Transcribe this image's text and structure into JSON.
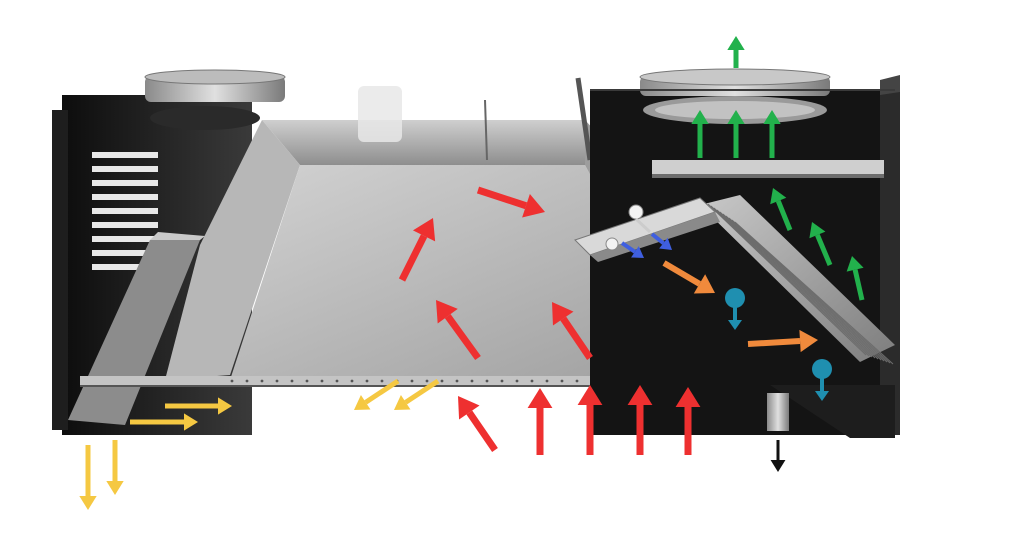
{
  "diagram": {
    "background_color": "#ffffff",
    "colors": {
      "intake_air_red": "#ee3030",
      "exhaust_air_green": "#22b14c",
      "outflow_yellow": "#f5c842",
      "blue_mist": "#3f5fe0",
      "orange_flow": "#f08a3c",
      "water_droplet_teal": "#1f8fb0",
      "drain_black": "#111111",
      "metal_light": "#bdbdbd",
      "metal_mid": "#9a9a9a",
      "metal_dark": "#2a2a2a",
      "housing_black": "#161616"
    },
    "icons": [
      "fan-grille",
      "louver-panel",
      "discharge-fan",
      "spray-nozzle",
      "water-drop",
      "drain-pipe"
    ]
  }
}
